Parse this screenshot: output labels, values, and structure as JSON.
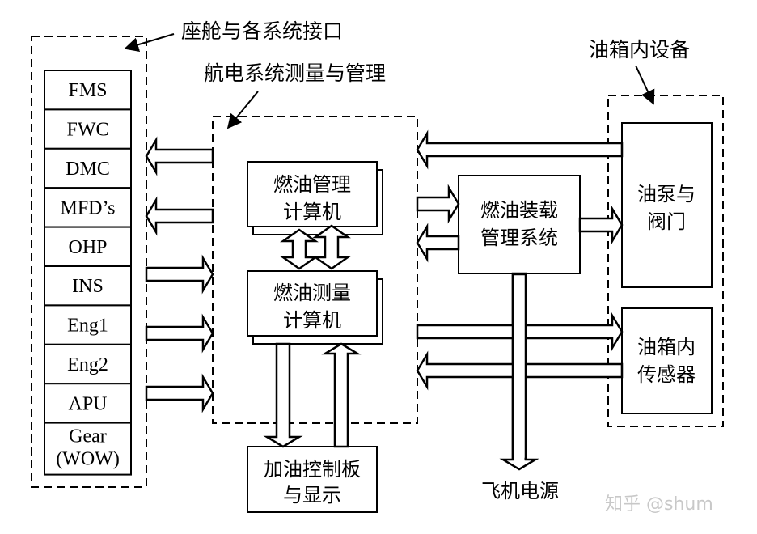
{
  "labels": {
    "cockpit_interface": "座舱与各系统接口",
    "avionics_group": "航电系统测量与管理",
    "tank_equipment": "油箱内设备",
    "aircraft_power": "飞机电源"
  },
  "cockpit_systems": [
    "FMS",
    "FWC",
    "DMC",
    "MFD’s",
    "OHP",
    "INS",
    "Eng1",
    "Eng2",
    "APU",
    [
      "Gear",
      "(WOW)"
    ]
  ],
  "blocks": {
    "fuel_mgmt_computer": [
      "燃油管理",
      "计算机"
    ],
    "fuel_measure_computer": [
      "燃油测量",
      "计算机"
    ],
    "fuel_loading_system": [
      "燃油装载",
      "管理系统"
    ],
    "pumps_valves": [
      "油泵与",
      "阀门"
    ],
    "tank_sensors": [
      "油箱内",
      "传感器"
    ],
    "refuel_panel": [
      "加油控制板",
      "与显示"
    ]
  },
  "connections": [
    {
      "from": "avionics_group",
      "to": "DMC",
      "direction": "left"
    },
    {
      "from": "avionics_group",
      "to": "MFD’s",
      "direction": "left"
    },
    {
      "from": "INS",
      "to": "avionics_group",
      "direction": "right"
    },
    {
      "from": "Eng1",
      "to": "avionics_group",
      "direction": "right"
    },
    {
      "from": "APU",
      "to": "avionics_group",
      "direction": "right"
    },
    {
      "from": "fuel_mgmt_computer",
      "to": "fuel_measure_computer",
      "direction": "bidirectional"
    },
    {
      "from": "fuel_measure_computer",
      "to": "refuel_panel",
      "direction": "down"
    },
    {
      "from": "refuel_panel",
      "to": "fuel_measure_computer",
      "direction": "up"
    },
    {
      "from": "pumps_valves",
      "to": "avionics_group",
      "direction": "left"
    },
    {
      "from": "avionics_group",
      "to": "fuel_loading_system",
      "direction": "right"
    },
    {
      "from": "fuel_loading_system",
      "to": "avionics_group",
      "direction": "left"
    },
    {
      "from": "fuel_loading_system",
      "to": "pumps_valves",
      "direction": "right"
    },
    {
      "from": "avionics_group",
      "to": "tank_sensors",
      "direction": "right"
    },
    {
      "from": "tank_sensors",
      "to": "avionics_group",
      "direction": "left"
    },
    {
      "from": "fuel_loading_system",
      "to": "aircraft_power",
      "direction": "down"
    }
  ],
  "watermark": "知乎 @shum"
}
